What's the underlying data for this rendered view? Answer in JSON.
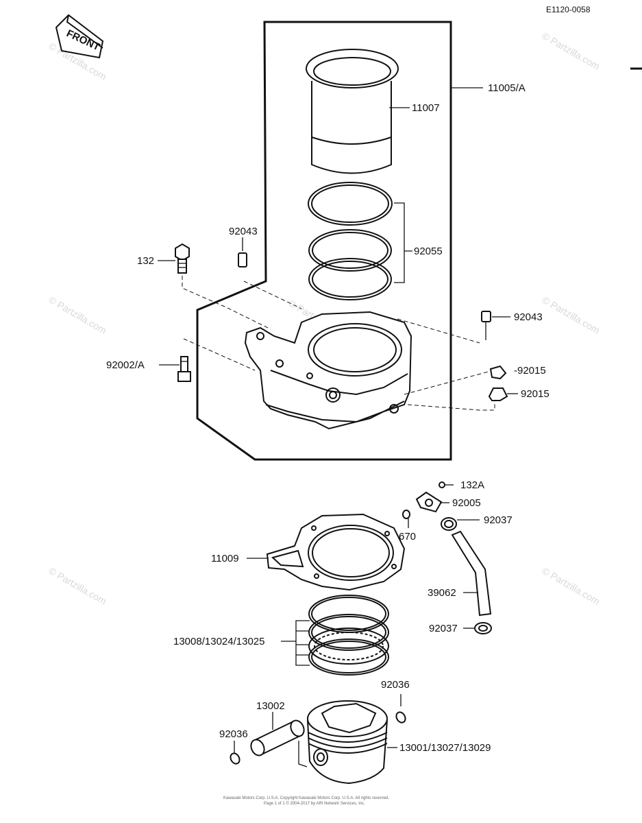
{
  "diagram_code": "E1120-0058",
  "front_label": "FRONT",
  "watermark": "© Partzilla.com",
  "footer": {
    "line1": "Kawasaki Motors Corp. U.S.A. Copyright Kawasaki Motors Corp. U.S.A. All rights reserved.",
    "line2": "Page 1 of 1  © 2004-2017 by ARI Network Services, Inc."
  },
  "labels": {
    "p11005A": "11005/A",
    "p11007": "11007",
    "p92043a": "92043",
    "p132": "132",
    "p92055": "92055",
    "p92043b": "92043",
    "p92002A": "92002/A",
    "p92015a": "-92015",
    "p92015b": "92015",
    "p132A": "132A",
    "p92005": "92005",
    "p92037a": "92037",
    "p670": "670",
    "p11009": "11009",
    "p39062": "39062",
    "p92037b": "92037",
    "p13008": "13008/13024/13025",
    "p92036a": "92036",
    "p13002": "13002",
    "p92036b": "92036",
    "p13001": "13001/13027/13029"
  }
}
